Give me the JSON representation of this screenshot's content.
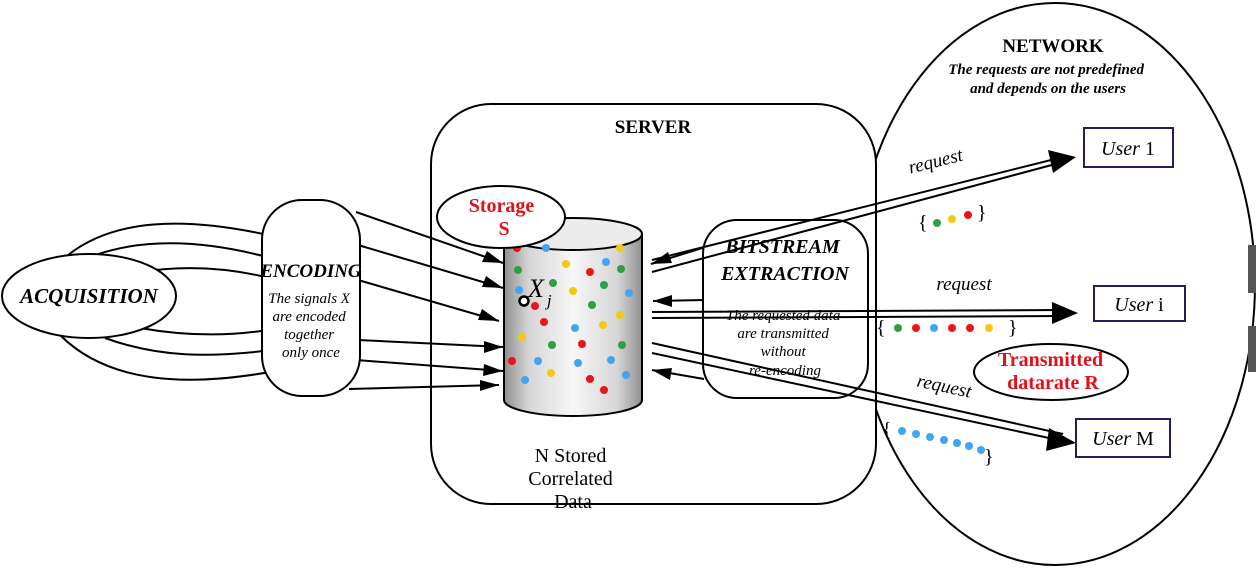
{
  "acquisition": {
    "label": "ACQUISITION"
  },
  "encoding": {
    "title": "ENCODING",
    "desc_lines": [
      "The signals X",
      "are encoded",
      "together",
      "only once"
    ]
  },
  "server": {
    "title": "SERVER",
    "storage_lines": [
      "Storage",
      "S"
    ],
    "stored_lines": [
      "N Stored",
      "Correlated",
      "Data"
    ],
    "element_symbol": "X",
    "element_subscript": "j"
  },
  "extraction": {
    "title_lines": [
      "BITSTREAM",
      "EXTRACTION"
    ],
    "desc_lines": [
      "The requested data",
      "are transmitted",
      "without",
      "re-encoding"
    ]
  },
  "network": {
    "title": "NETWORK",
    "subtitle_lines": [
      "The requests are not predefined",
      "and depends on the users"
    ],
    "rate_lines": [
      "Transmitted",
      "datarate R"
    ]
  },
  "users": [
    {
      "prefix": "User",
      "suffix": "1"
    },
    {
      "prefix": "User",
      "suffix": "i"
    },
    {
      "prefix": "User",
      "suffix": "M"
    }
  ],
  "request_label": "request",
  "colors": {
    "red": "#e8161b",
    "green": "#2ea043",
    "blue": "#42a5ef",
    "yellow": "#f6c811",
    "highlight_red": "#e3101a",
    "user_box_border": "#1f1f5c"
  }
}
